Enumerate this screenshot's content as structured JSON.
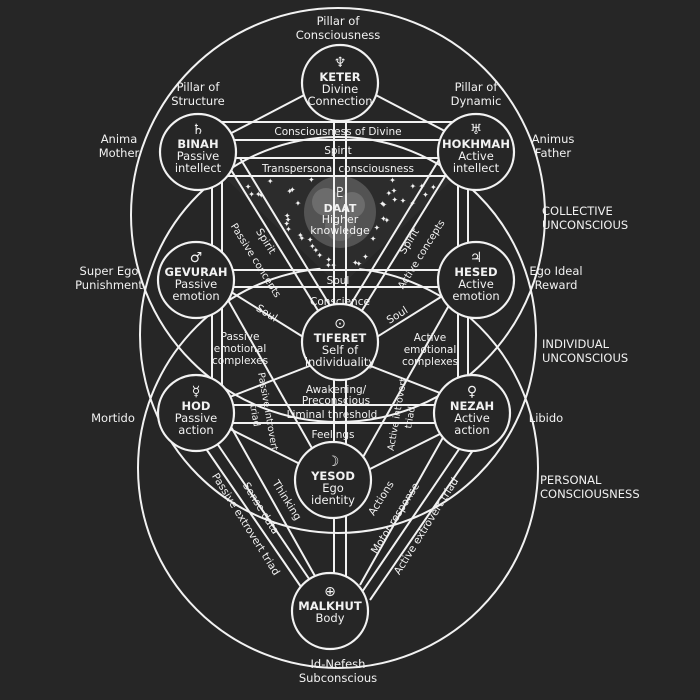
{
  "nodes": {
    "keter": {
      "symbol": "♆",
      "name": "KETER",
      "line1": "Divine",
      "line2": "Connection"
    },
    "binah": {
      "symbol": "♄",
      "name": "BINAH",
      "line1": "Passive",
      "line2": "intellect"
    },
    "hokhmah": {
      "symbol": "♅",
      "name": "HOKHMAH",
      "line1": "Active",
      "line2": "intellect"
    },
    "daat": {
      "symbol": "♇",
      "name": "DAAT",
      "line1": "Higher",
      "line2": "knowledge"
    },
    "gevurah": {
      "symbol": "♂",
      "name": "GEVURAH",
      "line1": "Passive",
      "line2": "emotion"
    },
    "hesed": {
      "symbol": "♃",
      "name": "HESED",
      "line1": "Active",
      "line2": "emotion"
    },
    "tiferet": {
      "symbol": "⊙",
      "name": "TIFERET",
      "line1": "Self of",
      "line2": "individuality"
    },
    "hod": {
      "symbol": "☿",
      "name": "HOD",
      "line1": "Passive",
      "line2": "action"
    },
    "nezah": {
      "symbol": "♀",
      "name": "NEZAH",
      "line1": "Active",
      "line2": "action"
    },
    "yesod": {
      "symbol": "☽",
      "name": "YESOD",
      "line1": "Ego",
      "line2": "identity"
    },
    "malkhut": {
      "symbol": "⊕",
      "name": "MALKHUT",
      "line1": "Body",
      "line2": ""
    }
  },
  "outer_labels": {
    "pillar_consciousness": [
      "Pillar of",
      "Consciousness"
    ],
    "pillar_structure": [
      "Pillar of",
      "Structure"
    ],
    "pillar_dynamic": [
      "Pillar of",
      "Dynamic"
    ],
    "anima": [
      "Anima",
      "Mother"
    ],
    "animus": [
      "Animus",
      "Father"
    ],
    "super_ego": [
      "Super Ego",
      "Punishment"
    ],
    "ego_ideal": [
      "Ego Ideal",
      "Reward"
    ],
    "mortido": "Mortido",
    "libido": "Libido",
    "collective": [
      "COLLECTIVE",
      "UNCONSCIOUS"
    ],
    "individual": [
      "INDIVIDUAL",
      "UNCONSCIOUS"
    ],
    "personal": [
      "PERSONAL",
      "CONSCIOUSNESS"
    ],
    "id_nefesh": [
      "Id-Nefesh",
      "Subconscious"
    ]
  },
  "path_labels": {
    "consciousness_of_divine": "Consciousness of Divine",
    "spirit_top": "Spirit",
    "transpersonal": "Transpersonal consciousness",
    "spirit_left": "Spirit",
    "spirit_right": "Spirit",
    "passive_concepts": "Passive concepts",
    "active_concepts": "Active concepts",
    "soul_center": "Soul",
    "conscience": "Conscience",
    "soul_left": "Soul",
    "soul_right": "Soul",
    "passive_emotional": [
      "Passive",
      "emotional",
      "complexes"
    ],
    "active_emotional": [
      "Active",
      "emotional",
      "complexes"
    ],
    "awakening": [
      "Awakening/",
      "Preconscious"
    ],
    "liminal": "Liminal threshold",
    "feelings": "Feelings",
    "passive_introvert": [
      "Passive introvert",
      "triad"
    ],
    "active_introvert": [
      "Active introvert",
      "triad"
    ],
    "thinking": "Thinking",
    "actions": "Actions",
    "sense_data": "Sense data",
    "motor_response": "Motor response",
    "passive_extrovert": "Passive extrovert triad",
    "active_extrovert": "Active extrovert triad"
  }
}
